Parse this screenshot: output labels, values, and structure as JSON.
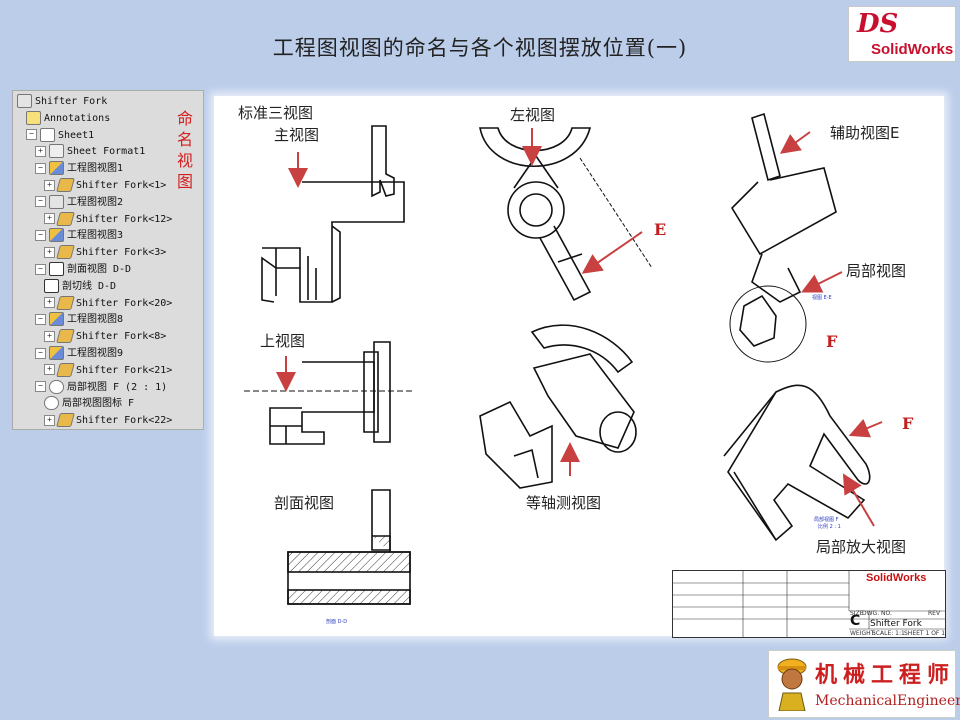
{
  "slide": {
    "title": "工程图视图的命名与各个视图摆放位置(一)"
  },
  "logo": {
    "mark": "DS",
    "text": "SolidWorks"
  },
  "feature_tree": {
    "side_label": [
      "命",
      "名",
      "视",
      "图"
    ],
    "items": [
      {
        "label": "Shifter Fork",
        "icon": "drawing-icon",
        "indent": 0,
        "expander": ""
      },
      {
        "label": "Annotations",
        "icon": "annotations-icon",
        "indent": 1,
        "expander": ""
      },
      {
        "label": "Sheet1",
        "icon": "sheet-icon",
        "indent": 1,
        "expander": "−"
      },
      {
        "label": "Sheet Format1",
        "icon": "sheet-format-icon",
        "indent": 2,
        "expander": "+"
      },
      {
        "label": "工程图视图1",
        "icon": "drawing-view-icon",
        "indent": 2,
        "expander": "−"
      },
      {
        "label": "Shifter Fork<1>",
        "icon": "part-icon",
        "indent": 3,
        "expander": "+"
      },
      {
        "label": "工程图视图2",
        "icon": "top-view-icon",
        "indent": 2,
        "expander": "−"
      },
      {
        "label": "Shifter Fork<12>",
        "icon": "part-icon",
        "indent": 3,
        "expander": "+"
      },
      {
        "label": "工程图视图3",
        "icon": "drawing-view-icon",
        "indent": 2,
        "expander": "−"
      },
      {
        "label": "Shifter Fork<3>",
        "icon": "part-icon",
        "indent": 3,
        "expander": "+"
      },
      {
        "label": "剖面视图 D-D",
        "icon": "section-view-icon",
        "indent": 2,
        "expander": "−"
      },
      {
        "label": "剖切线 D-D",
        "icon": "section-line-icon",
        "indent": 3,
        "expander": ""
      },
      {
        "label": "Shifter Fork<20>",
        "icon": "part-icon",
        "indent": 3,
        "expander": "+"
      },
      {
        "label": "工程图视图8",
        "icon": "drawing-view-icon",
        "indent": 2,
        "expander": "−"
      },
      {
        "label": "Shifter Fork<8>",
        "icon": "part-icon",
        "indent": 3,
        "expander": "+"
      },
      {
        "label": "工程图视图9",
        "icon": "drawing-view-icon",
        "indent": 2,
        "expander": "−"
      },
      {
        "label": "Shifter Fork<21>",
        "icon": "part-icon",
        "indent": 3,
        "expander": "+"
      },
      {
        "label": "局部视图 F (2 : 1)",
        "icon": "detail-view-icon",
        "indent": 2,
        "expander": "−"
      },
      {
        "label": "局部视图图标 F",
        "icon": "detail-circle-icon",
        "indent": 3,
        "expander": ""
      },
      {
        "label": "Shifter Fork<22>",
        "icon": "part-icon",
        "indent": 3,
        "expander": "+"
      }
    ]
  },
  "drawing": {
    "labels": {
      "standard_three": "标准三视图",
      "front": "主视图",
      "left": "左视图",
      "auxiliary": "辅助视图E",
      "top": "上视图",
      "isometric": "等轴测视图",
      "detail": "局部视图",
      "section": "剖面视图",
      "detail_enlarged": "局部放大视图",
      "letter_e": "E",
      "letter_f1": "F",
      "letter_f2": "F",
      "section_caption": "剖面 D-D",
      "detail_caption": "局部视图 F",
      "detail_scale": "比例 2 : 1",
      "auxiliary_caption": "视图 E-E"
    },
    "title_block": {
      "brand": "SolidWorks",
      "size": "C",
      "dwg_no_label": "DWG. NO.",
      "rev_label": "REV",
      "size_label": "SIZE",
      "part_name": "Shifter Fork",
      "weight_label": "WEIGHT:",
      "scale_label": "SCALE: 1:1",
      "sheet_label": "SHEET 1 OF 1"
    }
  },
  "badge": {
    "cn": "机械工程师",
    "en": "MechanicalEngineers"
  },
  "colors": {
    "background": "#bccdea",
    "arrow": "#c84040",
    "accent": "#c8102e"
  }
}
